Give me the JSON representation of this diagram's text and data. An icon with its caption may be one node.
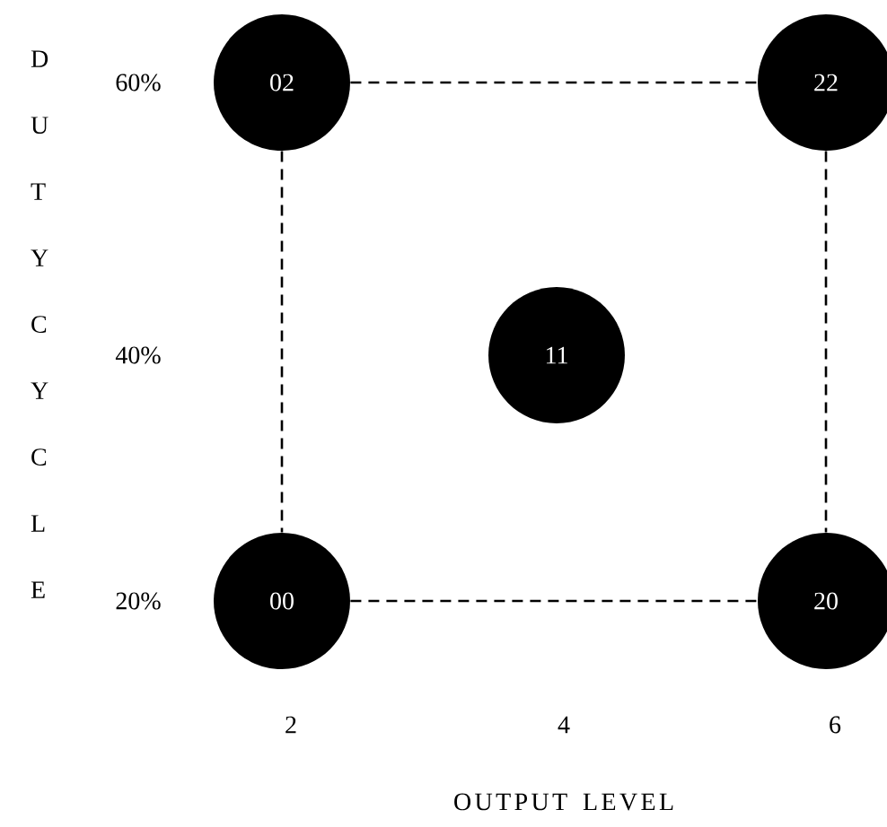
{
  "diagram": {
    "nodes": [
      {
        "text": [
          "02"
        ]
      },
      {
        "text": [
          "22"
        ]
      },
      {
        "text": [
          "11"
        ]
      },
      {
        "text": [
          "00"
        ]
      },
      {
        "text": [
          "20"
        ]
      }
    ],
    "edges": [
      {
        "from": 0,
        "to": 1,
        "arrow": "none",
        "style": "dashed"
      },
      {
        "from": 0,
        "to": 3,
        "arrow": "none",
        "style": "dashed"
      },
      {
        "from": 1,
        "to": 4,
        "arrow": "none",
        "style": "dashed"
      },
      {
        "from": 3,
        "to": 4,
        "arrow": "none",
        "style": "dashed"
      }
    ],
    "labels": [
      "DUTY CYCLE",
      "60%",
      "40%",
      "20%",
      "2",
      "4",
      "6",
      "OUTPUT LEVEL"
    ]
  }
}
